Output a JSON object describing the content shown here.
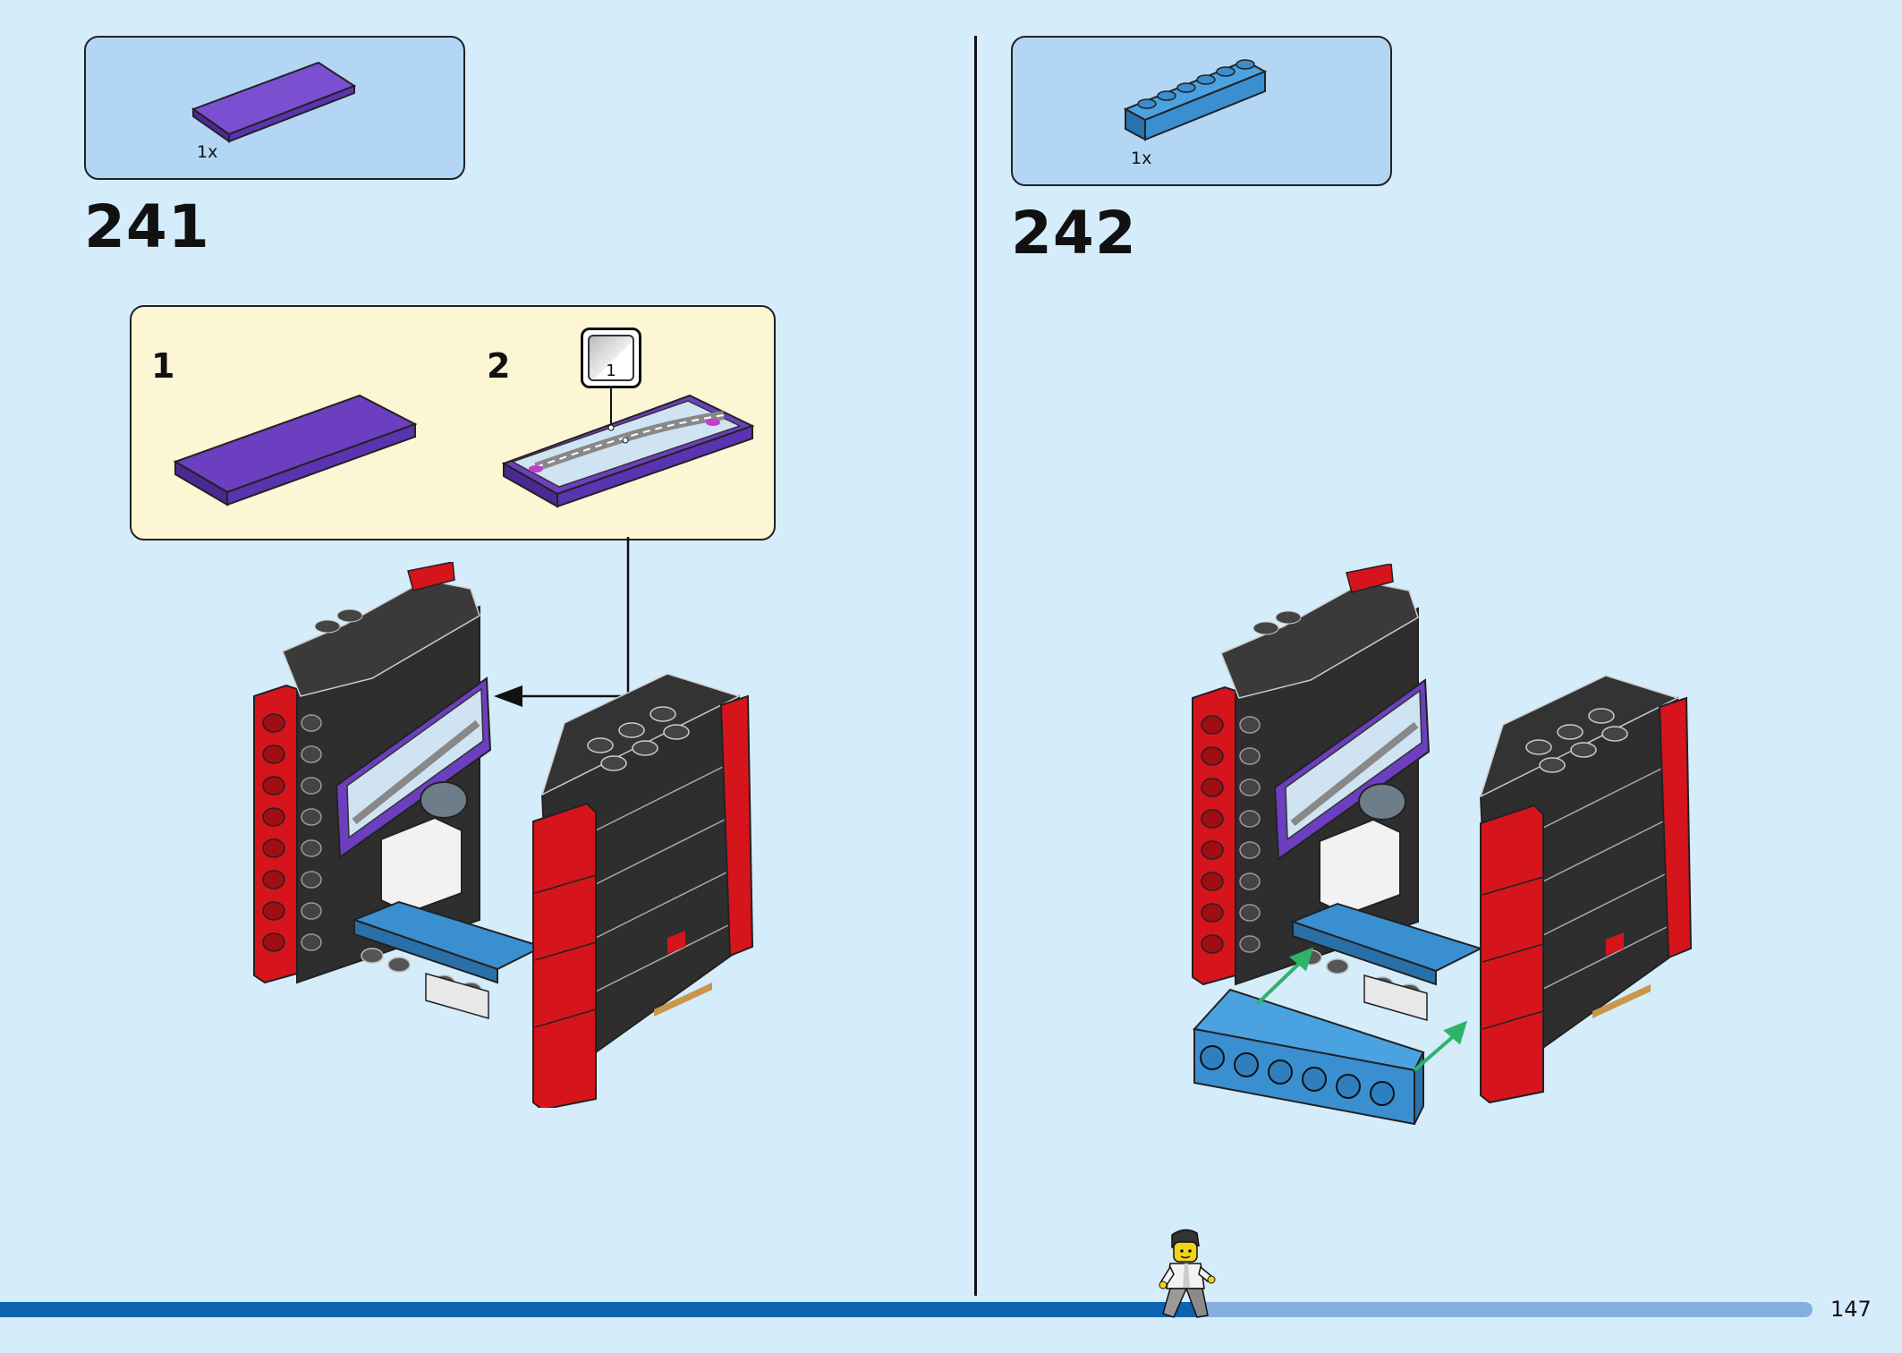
{
  "steps": [
    {
      "number": "241",
      "parts": [
        {
          "qty": "1x",
          "part": "purple-tile-2x6"
        }
      ],
      "submodel": {
        "substeps": [
          {
            "number": "1"
          },
          {
            "number": "2",
            "sticker": "1"
          }
        ]
      }
    },
    {
      "number": "242",
      "parts": [
        {
          "qty": "1x",
          "part": "blue-brick-1x6"
        }
      ]
    }
  ],
  "page": {
    "number": "147"
  },
  "progress": {
    "fraction": 0.66,
    "icon": "walking-minifigure-icon"
  },
  "colors": {
    "page_background": "#d5ecfb",
    "parts_box": "#b3d6f5",
    "submodel_box": "#fdf6d5",
    "progress_done": "#0e63b0",
    "progress_remaining": "#86aee0",
    "purple_tile": "#6b3fbf",
    "blue_brick": "#3a8fd0",
    "red_accent": "#d6141c",
    "black_brick": "#2e2e2e",
    "green_arrow": "#2fb36a"
  }
}
